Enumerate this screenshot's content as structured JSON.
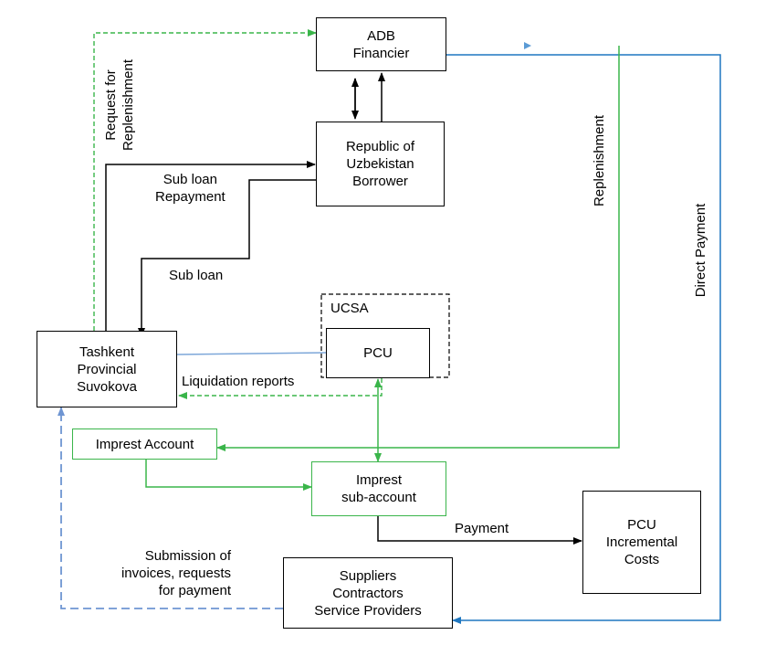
{
  "nodes": {
    "adb": "ADB\nFinancier",
    "republic": "Republic of\nUzbekistan\nBorrower",
    "tashkent": "Tashkent\nProvincial\nSuvokova",
    "ucsa": "UCSA",
    "pcu": "PCU",
    "impest_account": "Imprest  Account",
    "impest_sub": "Imprest\nsub-account",
    "pcu_costs": "PCU\nIncremental\nCosts",
    "suppliers": "Suppliers\nContractors\nService Providers"
  },
  "labels": {
    "request_replenishment": "Request for\nReplenishment",
    "sub_loan_repayment": "Sub loan\nRepayment",
    "sub_loan": "Sub loan",
    "liquidation_reports": "Liquidation  reports",
    "replenishment": "Replenishment",
    "direct_payment": "Direct Payment",
    "payment": "Payment",
    "submission": "Submission of\ninvoices, requests\nfor payment"
  },
  "colors": {
    "black": "#000000",
    "green": "#3ab54a",
    "blue": "#1f77c0",
    "light_blue": "#7da7d9",
    "dashed_blue": "#6e95d2"
  }
}
